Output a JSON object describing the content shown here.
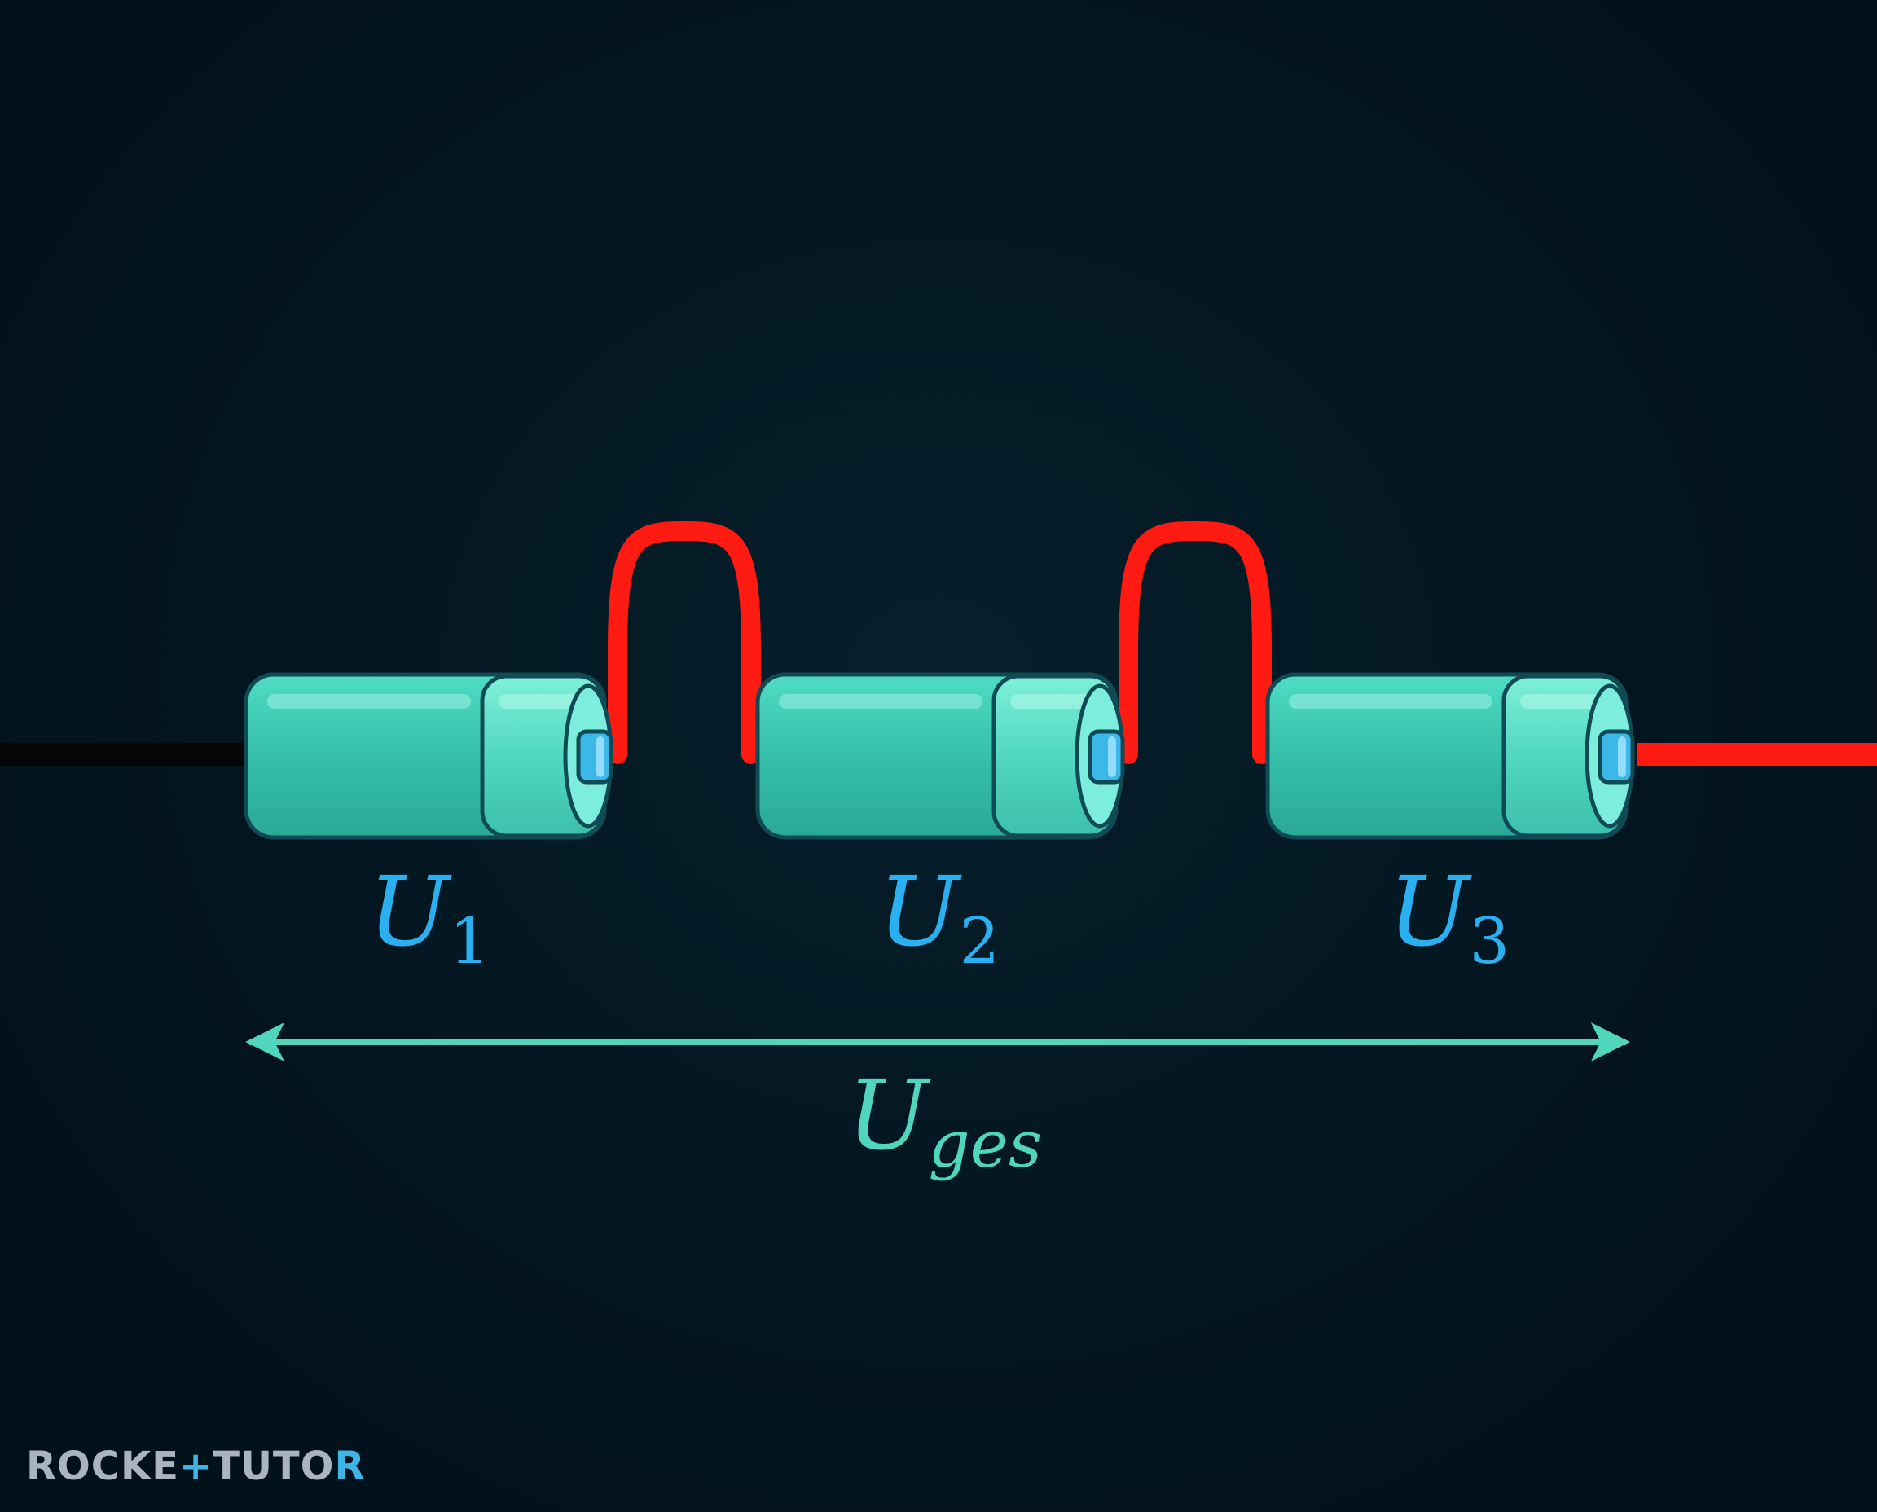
{
  "batteries": [
    {
      "symbol": "U",
      "subscript": "1"
    },
    {
      "symbol": "U",
      "subscript": "2"
    },
    {
      "symbol": "U",
      "subscript": "3"
    }
  ],
  "total": {
    "symbol": "U",
    "subscript": "ges"
  },
  "logo": {
    "part1": "ROCKE",
    "part2": "+",
    "part3": "TUTO",
    "part4": "R"
  },
  "colors": {
    "background": "#02141f",
    "battery_body": "#3cc7b0",
    "battery_cap": "#55dcc4",
    "battery_outline": "#0f4a55",
    "terminal": "#3bb7e8",
    "wire_positive": "#ff1a12",
    "wire_negative": "#050505",
    "label_battery": "#2ab0f0",
    "arrow_total": "#4fd6bc"
  }
}
